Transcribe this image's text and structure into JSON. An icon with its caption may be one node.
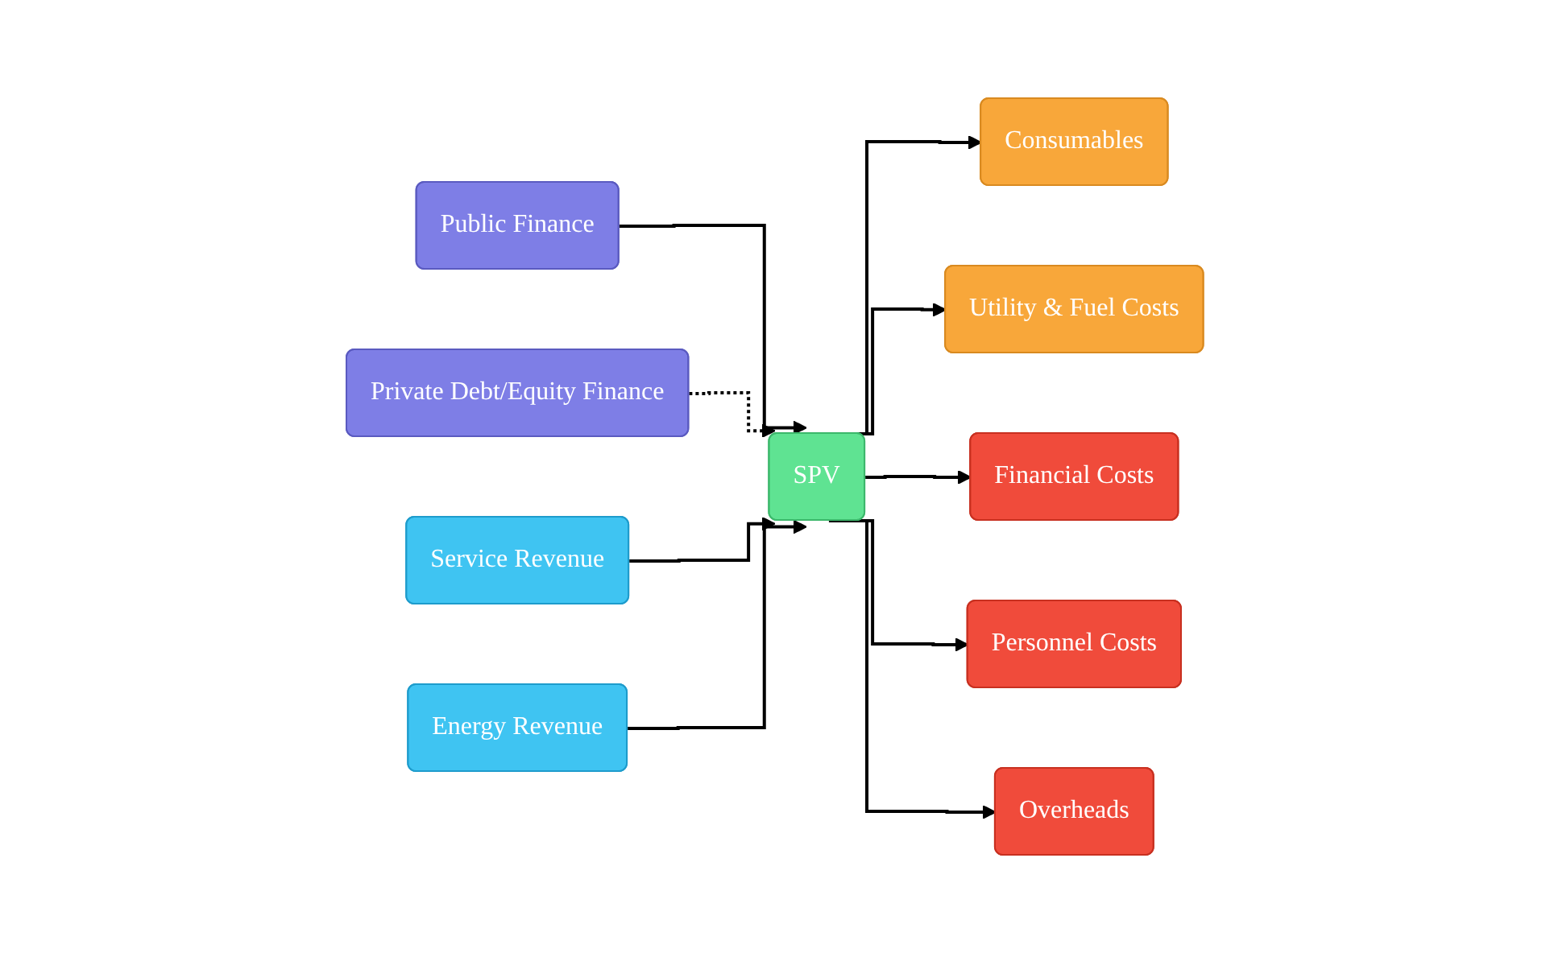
{
  "diagram": {
    "nodes": [
      {
        "text": [
          "Consumables"
        ]
      },
      {
        "text": [
          "Utility & Fuel Costs"
        ]
      },
      {
        "text": [
          "Public Finance"
        ]
      },
      {
        "text": [
          "Private Debt/Equity Finance"
        ]
      },
      {
        "text": [
          "SPV"
        ]
      },
      {
        "text": [
          "Financial Costs"
        ]
      },
      {
        "text": [
          "Personnel Costs"
        ]
      },
      {
        "text": [
          "Overheads"
        ]
      },
      {
        "text": [
          "Service Revenue"
        ]
      },
      {
        "text": [
          "Energy Revenue"
        ]
      }
    ],
    "edges": [
      {
        "from": 4,
        "to": 0,
        "arrow": "to"
      },
      {
        "from": 4,
        "to": 1,
        "arrow": "to"
      },
      {
        "from": 2,
        "to": 4,
        "arrow": "to"
      },
      {
        "from": 3,
        "to": 4,
        "arrow": "to",
        "style": "dashed"
      },
      {
        "from": 4,
        "to": 5,
        "arrow": "to"
      },
      {
        "from": 4,
        "to": 6,
        "arrow": "to"
      },
      {
        "from": 4,
        "to": 7,
        "arrow": "to"
      },
      {
        "from": 8,
        "to": 4,
        "arrow": "to"
      },
      {
        "from": 9,
        "to": 4,
        "arrow": "to"
      }
    ]
  }
}
